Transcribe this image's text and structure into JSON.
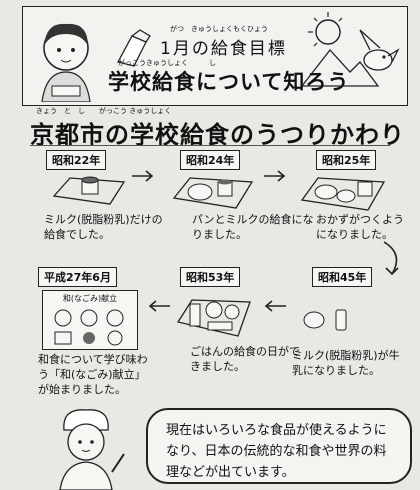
{
  "header": {
    "line1": "1月の給食目標",
    "line1_ruby": "がつ　きゅうしょくもくひょう",
    "line2": "学校給食について知ろう",
    "line2_ruby": "がっこうきゅうしょく　　　し"
  },
  "title": "京都市の学校給食のうつりかわり",
  "title_ruby": "きょう　と　し　　がっこう きゅうしょく",
  "steps": [
    {
      "era": "昭和22年",
      "caption": "ミルク(脱脂粉乳)だけの給食でした。"
    },
    {
      "era": "昭和24年",
      "caption": "パンとミルクの給食になりました。"
    },
    {
      "era": "昭和25年",
      "caption": "おかずがつくようになりました。"
    },
    {
      "era": "昭和45年",
      "caption": "ミルク(脱脂粉乳)が牛乳になりました。"
    },
    {
      "era": "昭和53年",
      "caption": "ごはんの給食の日ができました。"
    },
    {
      "era": "平成27年6月",
      "caption": "和食について学び味わう「和(なごみ)献立」が始まりました。",
      "menu_label": "和(なごみ)献立"
    }
  ],
  "speech": "現在はいろいろな食品が使えるようになり、日本の伝統的な和食や世界の料理などが出ています。"
}
